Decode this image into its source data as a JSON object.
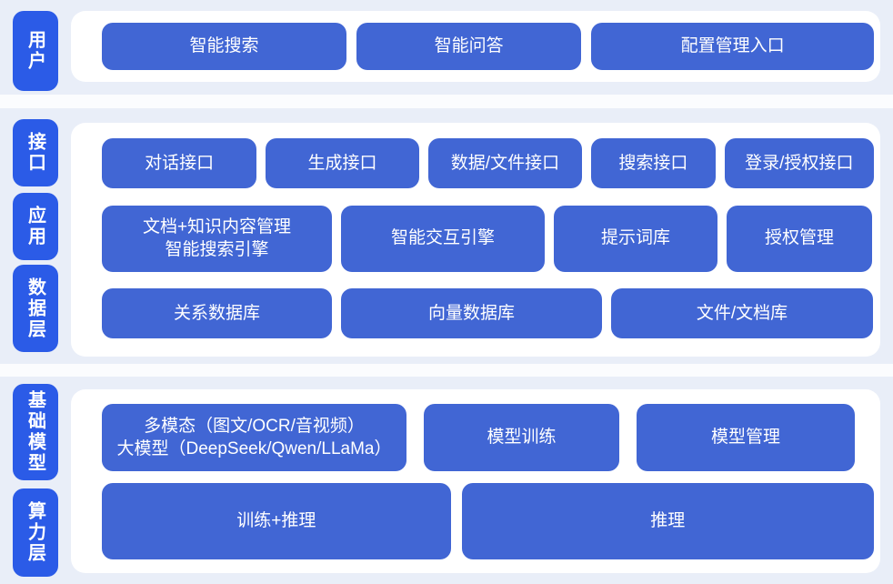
{
  "colors": {
    "box_blue": "#4166d4",
    "label_blue": "#2b5be7",
    "band_background": "#e9eef8",
    "panel_background": "#ffffff",
    "text": "#ffffff"
  },
  "sections": [
    {
      "name": "user-layer",
      "labels": [
        "用户"
      ],
      "rows": [
        [
          "智能搜索",
          "智能问答",
          "配置管理入口"
        ]
      ]
    },
    {
      "name": "interface-application-data-layer",
      "labels": [
        "接口",
        "应用",
        "数据层"
      ],
      "rows": [
        [
          "对话接口",
          "生成接口",
          "数据/文件接口",
          "搜索接口",
          "登录/授权接口"
        ],
        [
          "文档+知识内容管理\n智能搜索引擎",
          "智能交互引擎",
          "提示词库",
          "授权管理"
        ],
        [
          "关系数据库",
          "向量数据库",
          "文件/文档库"
        ]
      ]
    },
    {
      "name": "foundation-model-compute-layer",
      "labels": [
        "基础模型",
        "算力层"
      ],
      "rows": [
        [
          "多模态（图文/OCR/音视频）\n大模型（DeepSeek/Qwen/LLaMa）",
          "模型训练",
          "模型管理"
        ],
        [
          "训练+推理",
          "推理"
        ]
      ]
    }
  ]
}
